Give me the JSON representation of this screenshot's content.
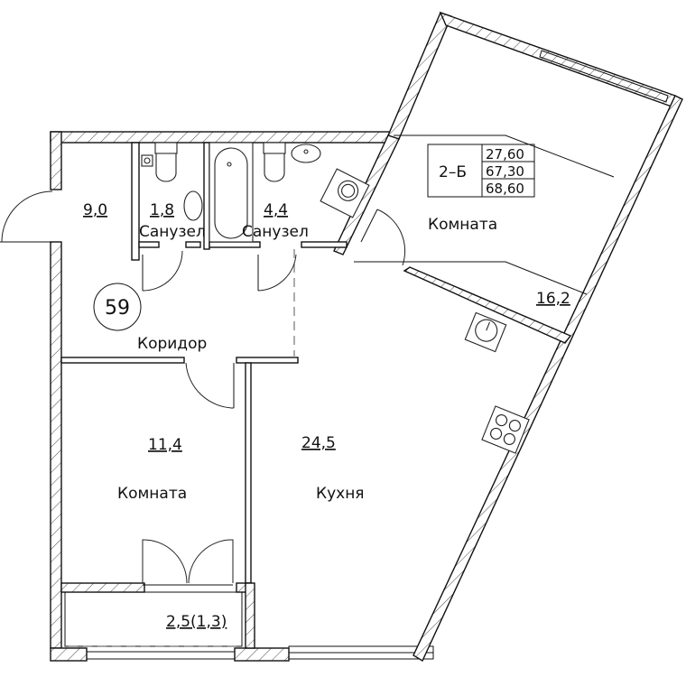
{
  "plan": {
    "apartment_number": "59",
    "type_table": {
      "type": "2–Б",
      "values": [
        "27,60",
        "67,30",
        "68,60"
      ]
    },
    "rooms": [
      {
        "id": "hall",
        "area": "9,0",
        "label": ""
      },
      {
        "id": "bath1",
        "area": "1,8",
        "label": "Санузел"
      },
      {
        "id": "bath2",
        "area": "4,4",
        "label": "Санузел"
      },
      {
        "id": "corridor",
        "area": "",
        "label": "Коридор"
      },
      {
        "id": "room-large",
        "area": "16,2",
        "label": "Комната"
      },
      {
        "id": "room-small",
        "area": "11,4",
        "label": "Комната"
      },
      {
        "id": "kitchen",
        "area": "24,5",
        "label": "Кухня"
      },
      {
        "id": "balcony",
        "area": "2,5(1,3)",
        "label": ""
      }
    ]
  }
}
